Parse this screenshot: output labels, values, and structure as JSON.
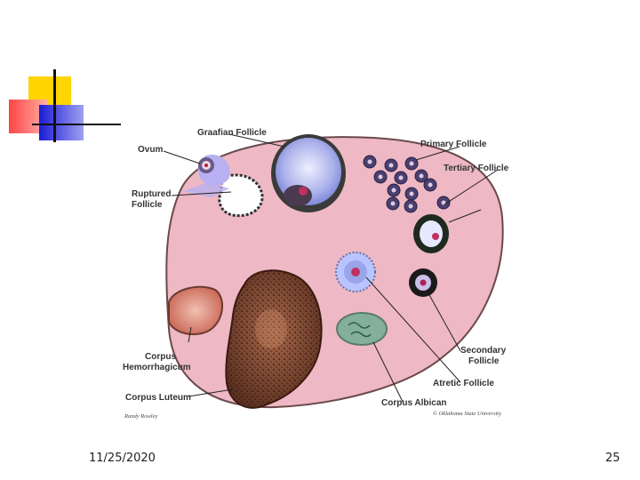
{
  "slide": {
    "date": "11/25/2020",
    "page_number": "25"
  },
  "diagram": {
    "labels": {
      "graafian": "Graafian Follicle",
      "ovum": "Ovum",
      "ruptured_1": "Ruptured",
      "ruptured_2": "Follicle",
      "primary": "Primary Follicle",
      "tertiary": "Tertiary Follicle",
      "corpus_hem_1": "Corpus",
      "corpus_hem_2": "Hemorrhagicum",
      "corpus_luteum": "Corpus Luteum",
      "secondary_1": "Secondary",
      "secondary_2": "Follicle",
      "atretic": "Atretic Follicle",
      "corpus_albican": "Corpus Albican",
      "credit_left": "Randy Rowley",
      "credit_right": "© Oklahoma State University"
    }
  },
  "colors": {
    "ovary": "#eeb8c4",
    "outline": "#6a4a4a",
    "accent_yellow": "#ffd400",
    "accent_red": "#ff4040",
    "accent_blue": "#2828d8",
    "luteum": "#7a4630",
    "albican": "#84b09a"
  }
}
